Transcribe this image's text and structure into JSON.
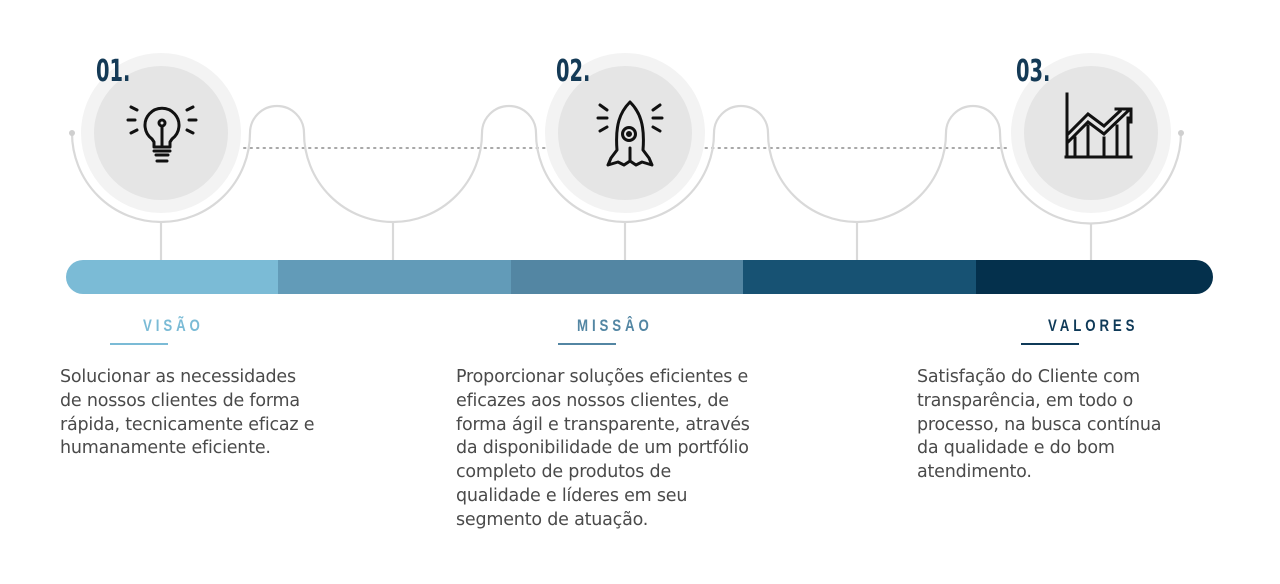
{
  "steps": [
    {
      "number": "01.",
      "icon": "lightbulb-icon",
      "title": "VISÃO",
      "color": "#7bbbd6",
      "description_lines": [
        "Solucionar as necessidades",
        "de nossos clientes de forma",
        "rápida, tecnicamente eficaz e",
        "humanamente eficiente."
      ]
    },
    {
      "number": "02.",
      "icon": "rocket-icon",
      "title": "MISSÂO",
      "color": "#5386a3",
      "description_lines": [
        "Proporcionar soluções eficientes e",
        "eficazes aos nossos clientes, de",
        "forma ágil e transparente, através",
        "da disponibilidade de um portfólio",
        "completo de produtos de",
        "qualidade e líderes em seu",
        "segmento de atuação."
      ]
    },
    {
      "number": "03.",
      "icon": "growth-chart-icon",
      "title": "VALORES",
      "color": "#0f3a58",
      "description_lines": [
        "Satisfação do Cliente com",
        "transparência, em todo o",
        "processo, na busca contínua",
        "da qualidade e do bom",
        "atendimento."
      ]
    }
  ],
  "timeline_bar": {
    "segments": [
      "#7bbbd6",
      "#629bb8",
      "#5386a3",
      "#175273",
      "#04304c"
    ]
  },
  "colors": {
    "number_text": "#143a56",
    "line": "#d9d9d9",
    "circle_outer": "#f3f3f3",
    "circle_inner": "#e5e5e5",
    "body_text": "#4a4a4a"
  }
}
